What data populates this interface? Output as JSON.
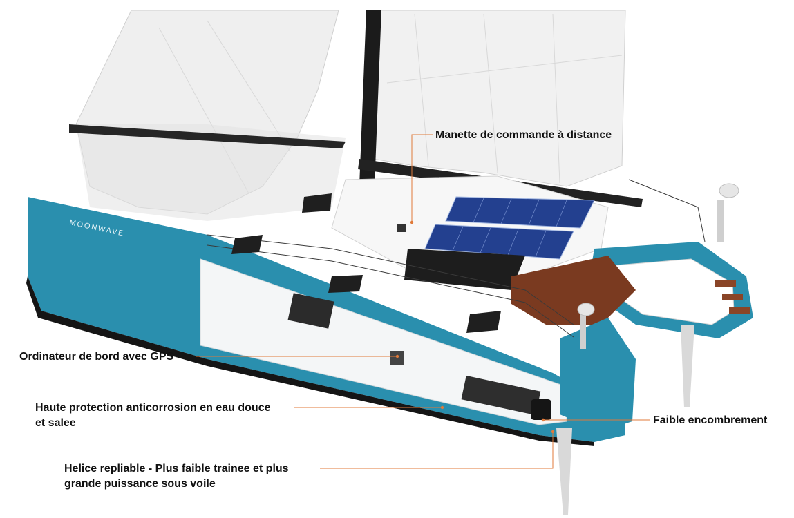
{
  "image": {
    "hull_brand": "MOONWAVE",
    "colors": {
      "hull_blue": "#2a8fae",
      "hull_white": "#f4f6f7",
      "deck_wood": "#7a3a20",
      "mast": "#1b1b1b",
      "solar": "#23408f",
      "leader_line": "#e07a3a",
      "label_text": "#111111"
    }
  },
  "callouts": [
    {
      "id": "manette",
      "lines": [
        "Manette de commande à distance"
      ]
    },
    {
      "id": "ordinateur",
      "lines": [
        "Ordinateur de bord avec GPS"
      ]
    },
    {
      "id": "protection",
      "lines": [
        "Haute protection anticorrosion en eau douce",
        "et salee"
      ]
    },
    {
      "id": "encombrement",
      "lines": [
        "Faible encombrement"
      ]
    },
    {
      "id": "helice",
      "lines": [
        "Helice repliable - Plus faible trainee et plus",
        "grande puissance sous voile"
      ]
    }
  ]
}
